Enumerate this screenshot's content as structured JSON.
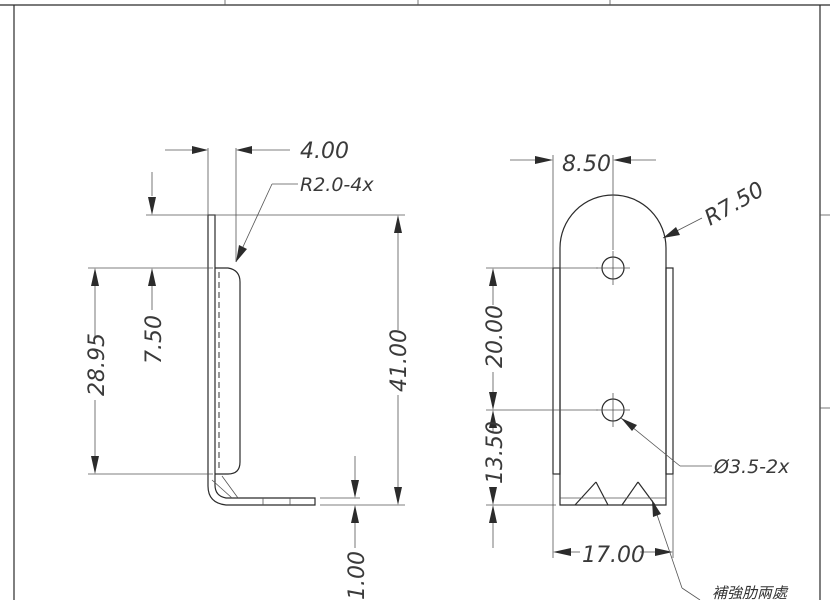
{
  "side_view": {
    "thickness": "4.00",
    "bend_radius": "R2.0-4x",
    "total_height": "41.00",
    "rib_length": "28.95",
    "rib_offset": "7.50",
    "bottom_thickness": "1.00"
  },
  "front_view": {
    "center_offset": "8.50",
    "top_radius": "R7.50",
    "hole_spacing": "20.00",
    "bottom_offset": "13.50",
    "hole_diameter": "Ø3.5-2x",
    "width": "17.00",
    "rib_note": "補強肋兩處"
  }
}
